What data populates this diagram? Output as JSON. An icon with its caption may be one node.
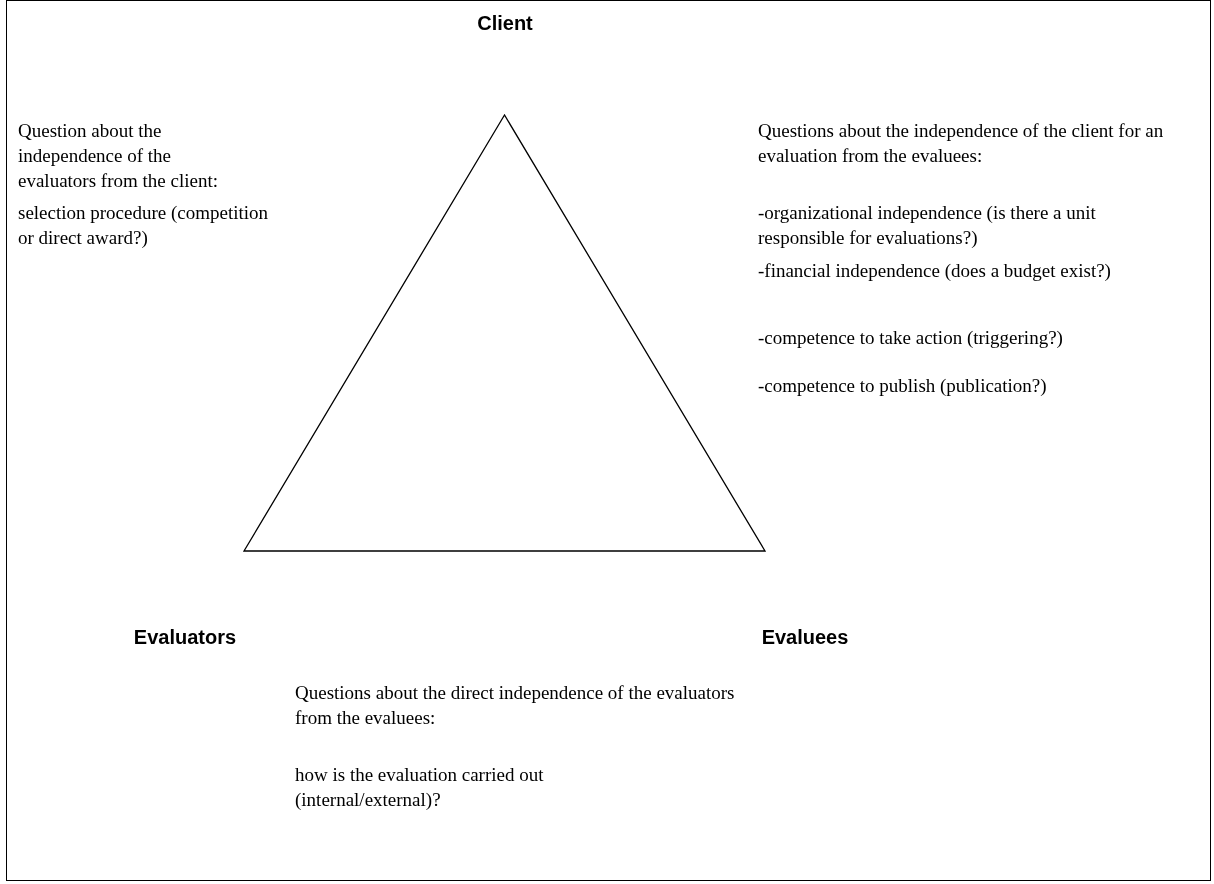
{
  "diagram": {
    "nodes": [
      {
        "text": [],
        "shape": "triangle"
      }
    ],
    "labels": [
      "Client",
      "Question about the independence of the evaluators from the client:",
      "selection procedure (competition or direct award?)",
      "Questions about the independence of the client for an evaluation from the evaluees:",
      "-organizational independence (is there a unit responsible for evaluations?)",
      "-financial independence (does a budget exist?)",
      "-competence to take action (triggering?)",
      "-competence to publish (publication?)",
      "Evaluators",
      "Evaluees",
      "Questions about the direct independence of the evaluators from the evaluees:",
      "how is the evaluation carried out (internal/external)?"
    ]
  }
}
